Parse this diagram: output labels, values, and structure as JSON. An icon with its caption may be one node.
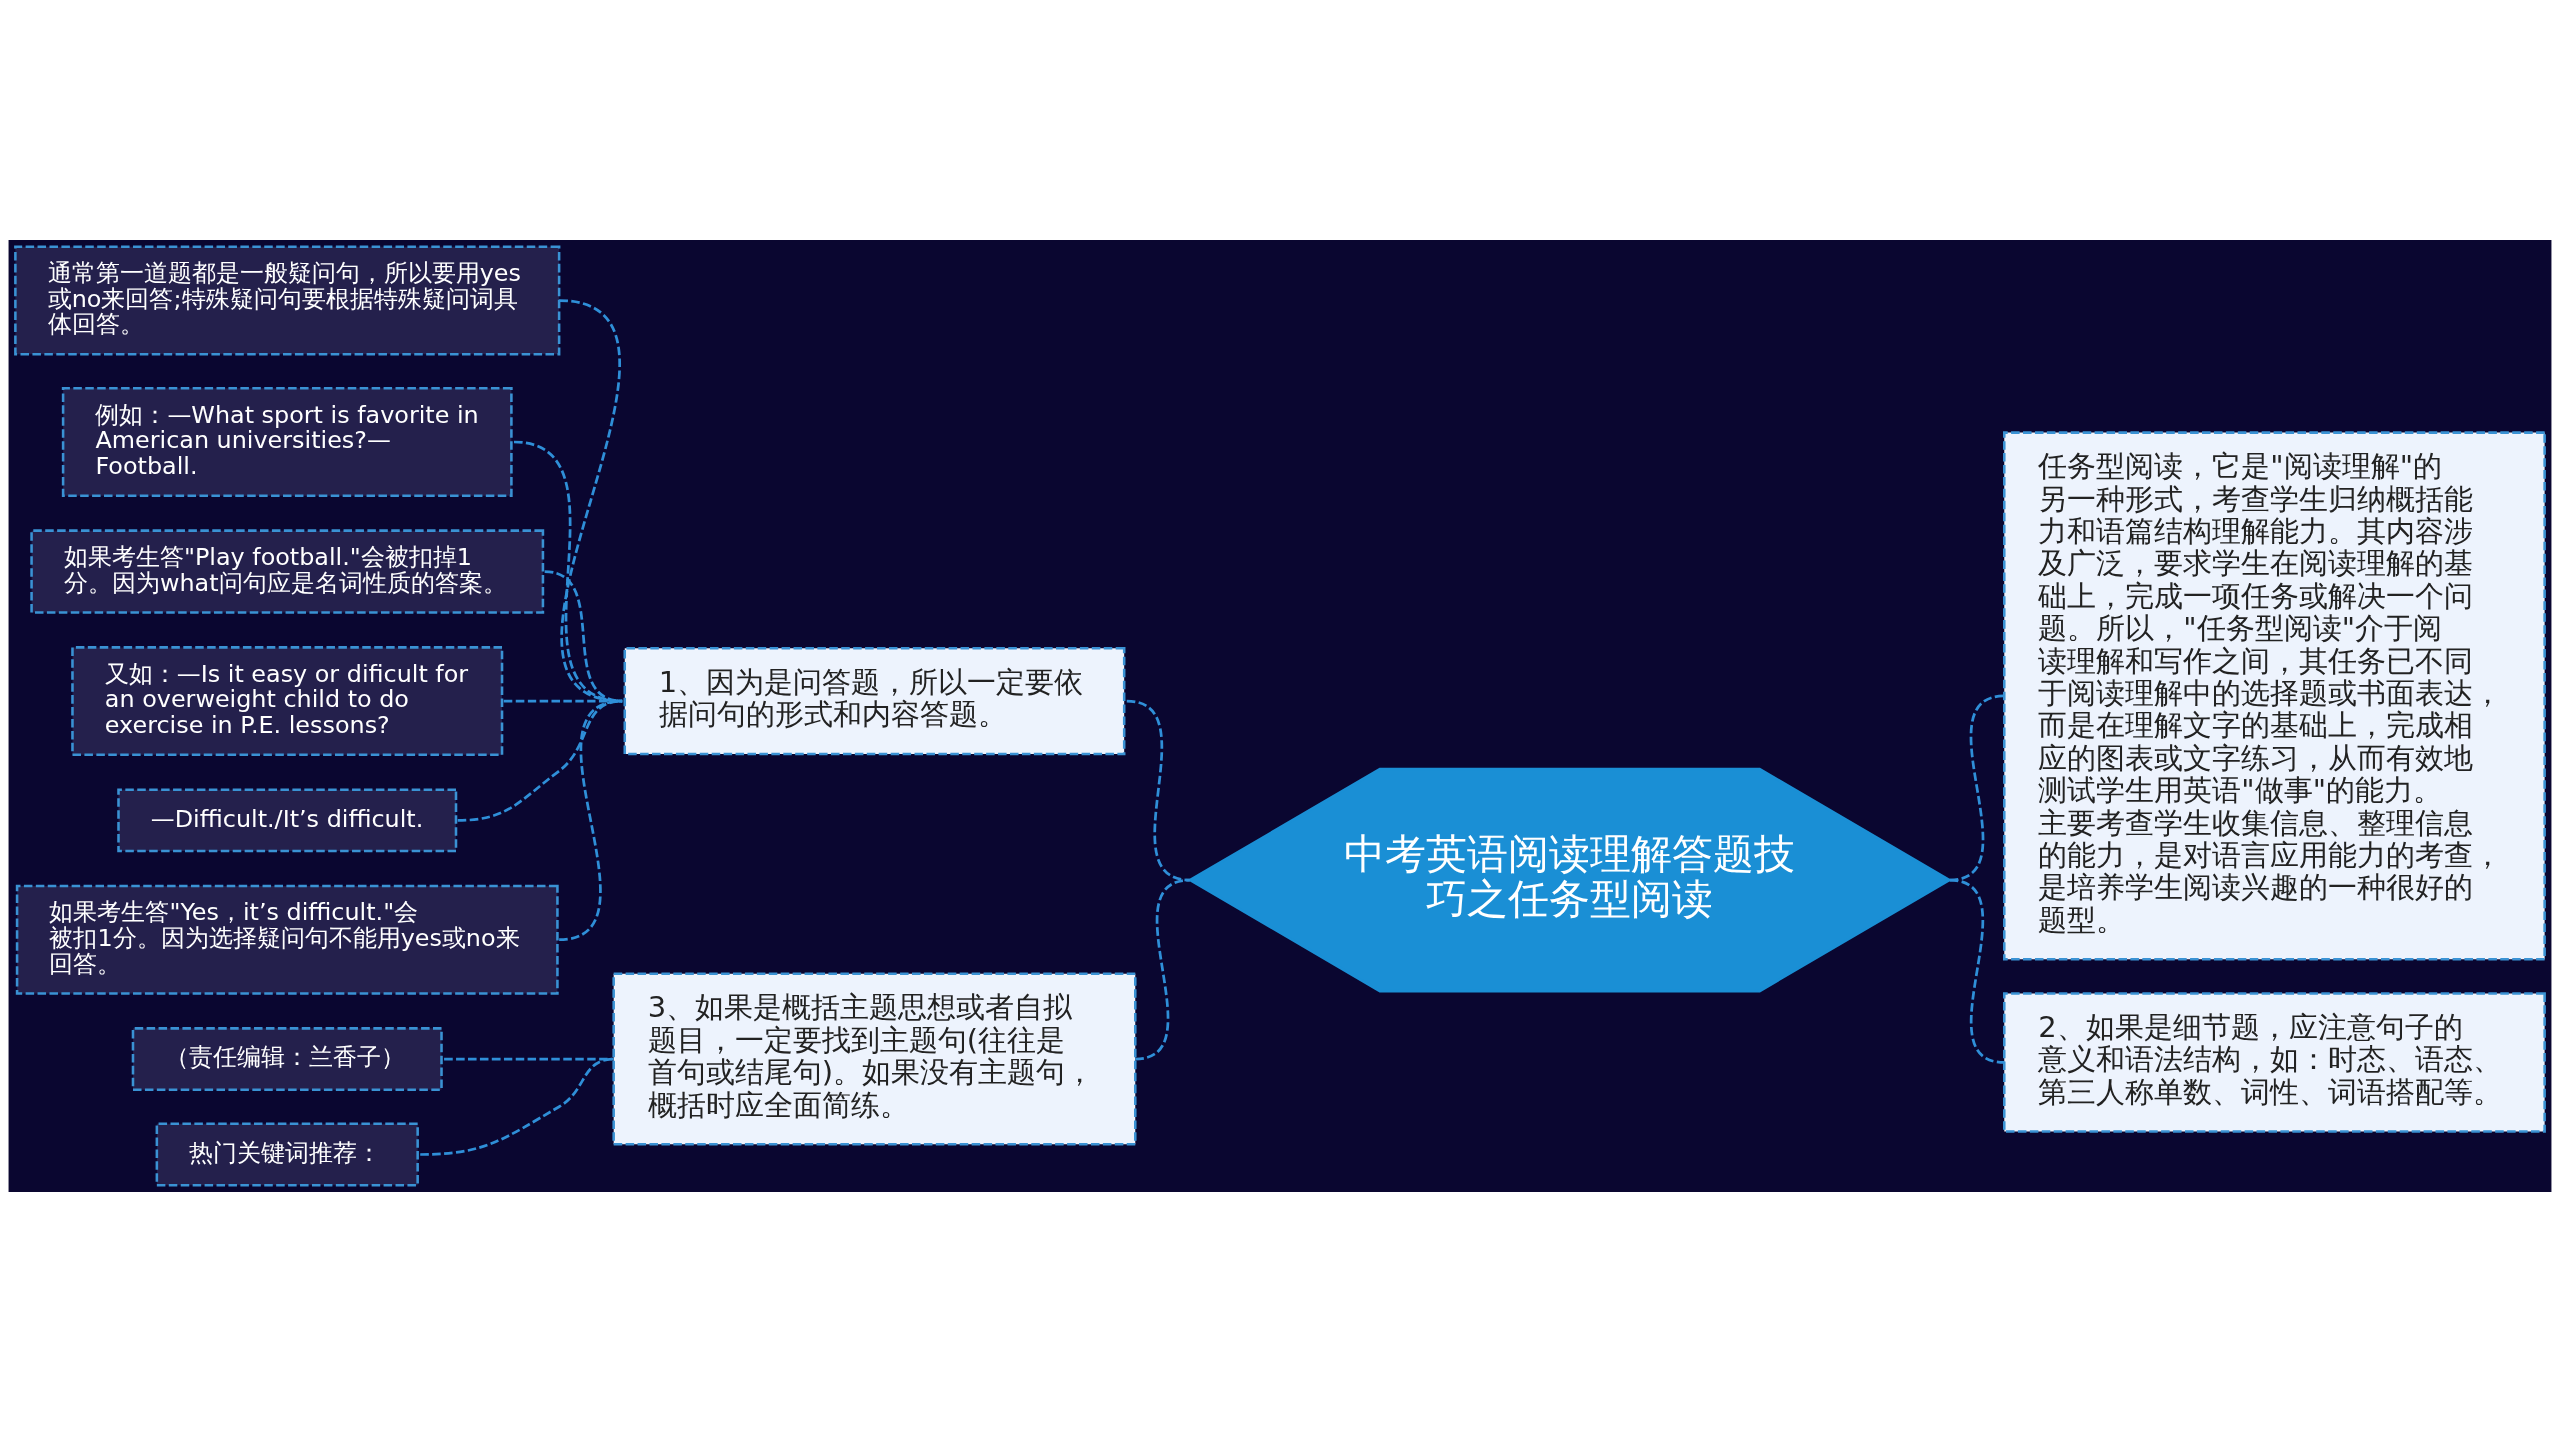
{
  "diagram": {
    "nodes": [
      {
        "text": [
          "中考英语阅读理解答题技巧之任务型阅读"
        ]
      },
      {
        "text": [
          "1、因为是问答题，所以一定要依据问句的形式和内容答题。"
        ]
      },
      {
        "text": [
          "通常第一道题都是一般疑问句，所以要用yes或no来回答;特殊疑问句要根据特殊疑问词具体回答。"
        ]
      },
      {
        "text": [
          "例如：—What sport is favorite in American universities?—Football."
        ]
      },
      {
        "text": [
          "如果考生答\"Play football.\"会被扣掉1分。因为what问句应是名词性质的答案。"
        ]
      },
      {
        "text": [
          "又如：—Is it easy or dificult for an overweight child to do exercise in P.E. lessons?"
        ]
      },
      {
        "text": [
          "—Difficult./It’s difficult."
        ]
      },
      {
        "text": [
          "如果考生答\"Yes，it’s difficult.\"会被扣1分。因为选择疑问句不能用yes或no来回答。"
        ]
      },
      {
        "text": [
          "3、如果是概括主题思想或者自拟题目，一定要找到主题句(往往是首句或结尾句)。如果没有主题句，概括时应全面简练。"
        ]
      },
      {
        "text": [
          "（责任编辑：兰香子）"
        ]
      },
      {
        "text": [
          "热门关键词推荐："
        ]
      },
      {
        "text": [
          "任务型阅读，它是\"阅读理解\"的另一种形式，考查学生归纳概括能力和语篇结构理解能力。其内容涉及广泛，要求学生在阅读理解的基础上，完成一项任务或解决一个问题。所以，\"任务型阅读\"介于阅读理解和写作之间，其任务已不同于阅读理解中的选择题或书面表达，而是在理解文字的基础上，完成相应的图表或文字练习，从而有效地测试学生用英语\"做事\"的能力。主要考查学生收集信息、整理信息的能力，是对语言应用能力的考查，是培养学生阅读兴趣的一种很好的题型。"
        ]
      },
      {
        "text": [
          "2、如果是细节题，应注意句子的意义和语法结构，如：时态、语态、第三人称单数、词性、词语搭配等。"
        ]
      }
    ],
    "edges": [
      {
        "from": 1,
        "to": 0,
        "arrow": "none",
        "style": "dashed"
      },
      {
        "from": 2,
        "to": 1,
        "arrow": "none",
        "style": "dashed"
      },
      {
        "from": 3,
        "to": 1,
        "arrow": "none",
        "style": "dashed"
      },
      {
        "from": 4,
        "to": 1,
        "arrow": "none",
        "style": "dashed"
      },
      {
        "from": 5,
        "to": 1,
        "arrow": "none",
        "style": "dashed"
      },
      {
        "from": 6,
        "to": 1,
        "arrow": "none",
        "style": "dashed"
      },
      {
        "from": 7,
        "to": 1,
        "arrow": "none",
        "style": "dashed"
      },
      {
        "from": 8,
        "to": 0,
        "arrow": "none",
        "style": "dashed"
      },
      {
        "from": 9,
        "to": 8,
        "arrow": "none",
        "style": "dashed"
      },
      {
        "from": 10,
        "to": 8,
        "arrow": "none",
        "style": "dashed"
      },
      {
        "from": 0,
        "to": 11,
        "arrow": "none",
        "style": "dashed"
      },
      {
        "from": 0,
        "to": 12,
        "arrow": "none",
        "style": "dashed"
      }
    ]
  }
}
